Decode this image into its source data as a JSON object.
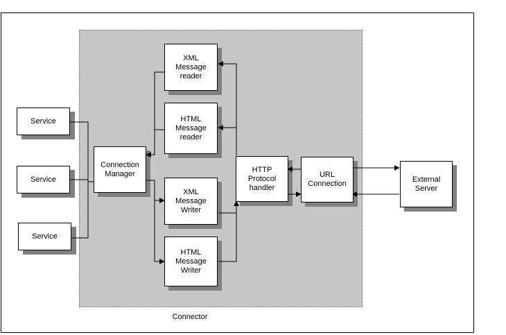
{
  "diagram": {
    "container_label": "Connector",
    "nodes": {
      "service_1": "Service",
      "service_2": "Service",
      "service_3": "Service",
      "connection_manager": "Connection\nManager",
      "xml_reader": "XML\nMessage\nreader",
      "html_reader": "HTML\nMessage\nreader",
      "xml_writer": "XML\nMessage\nWriter",
      "html_writer": "HTML\nMessage\nWriter",
      "http_handler": "HTTP\nProtocol\nhandler",
      "url_connection": "URL\nConnection",
      "external_server": "External\nServer"
    }
  }
}
